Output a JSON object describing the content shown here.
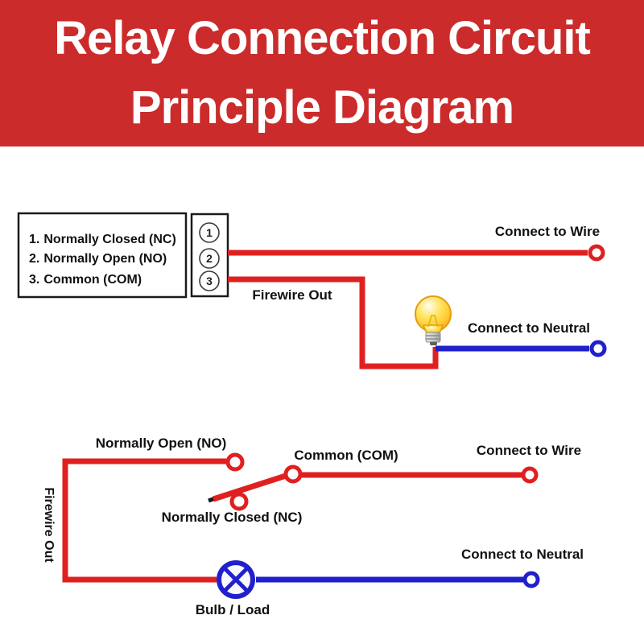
{
  "header": {
    "title_line1": "Relay Connection Circuit",
    "title_line2": "Principle Diagram"
  },
  "colors": {
    "banner_red": "#cc2b2b",
    "wire_red": "#e02020",
    "wire_blue": "#2020cc",
    "text_black": "#111111",
    "bulb_yellow": "#ffcc33"
  },
  "icons": {
    "bulb": "light-bulb-icon",
    "lamp_load": "crossed-circle-lamp-icon"
  },
  "pin_diagram": {
    "legend": [
      {
        "num": "1.",
        "label": "Normally Closed (NC)"
      },
      {
        "num": "2.",
        "label": "Normally Open (NO)"
      },
      {
        "num": "3.",
        "label": "Common (COM)"
      }
    ],
    "terminals": [
      "1",
      "2",
      "3"
    ],
    "firewire_out_label": "Firewire Out",
    "connect_to_wire_label": "Connect to Wire",
    "connect_to_neutral_label": "Connect to Neutral"
  },
  "switch_diagram": {
    "normally_open_label": "Normally Open (NO)",
    "common_label": "Common (COM)",
    "normally_closed_label": "Normally Closed (NC)",
    "connect_to_wire_label": "Connect to Wire",
    "connect_to_neutral_label": "Connect to Neutral",
    "firewire_out_label": "Firewire Out",
    "bulb_load_label": "Bulb / Load"
  }
}
